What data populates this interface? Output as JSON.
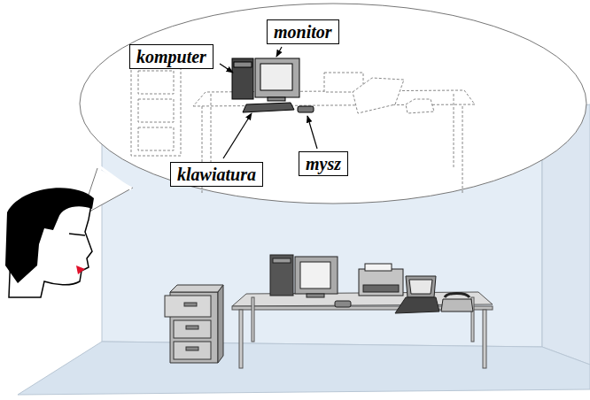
{
  "diagram": {
    "nodes": [
      {
        "text": [
          "monitor"
        ]
      },
      {
        "text": [
          "komputer"
        ]
      },
      {
        "text": [
          "mysz"
        ]
      },
      {
        "text": [
          "klawiatura"
        ]
      }
    ]
  }
}
